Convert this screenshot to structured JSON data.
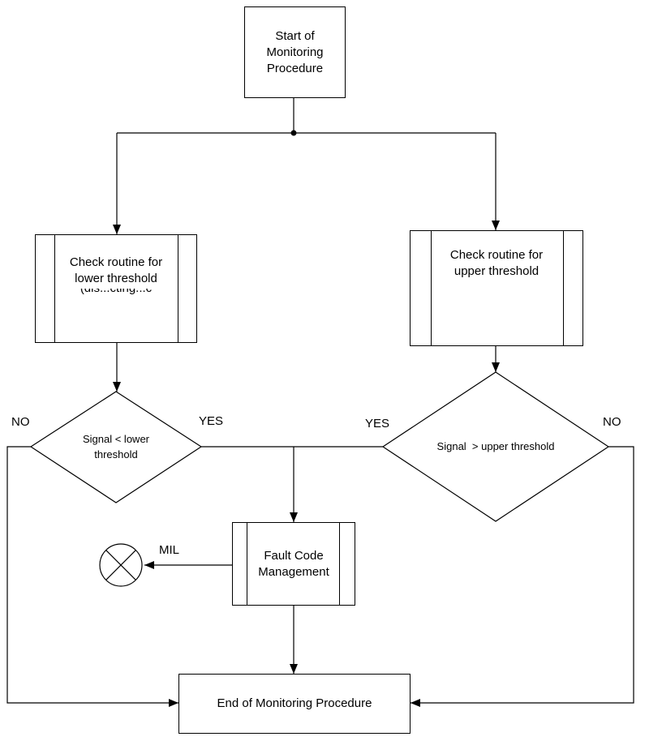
{
  "nodes": {
    "start": {
      "line1": "Start of",
      "line2": "Monitoring",
      "line3": "Procedure"
    },
    "check_lower": {
      "line1": "Check routine for",
      "line2": "lower threshold",
      "line3_partial": "(dis...cting...c"
    },
    "check_upper": {
      "line1": "Check routine for",
      "line2": "upper threshold"
    },
    "decision_lower": {
      "line1": "Signal < lower",
      "line2": "threshold"
    },
    "decision_upper": {
      "text": "Signal  > upper threshold"
    },
    "fault": {
      "line1": "Fault Code",
      "line2": "Management"
    },
    "end": {
      "text": "End of Monitoring Procedure"
    }
  },
  "labels": {
    "left_no": "NO",
    "left_yes": "YES",
    "right_yes": "YES",
    "right_no": "NO",
    "mil": "MIL"
  },
  "colors": {
    "stroke": "#000000",
    "background": "#ffffff"
  },
  "icons": {
    "indicator": "mil-lamp-crossed-circle-icon"
  }
}
